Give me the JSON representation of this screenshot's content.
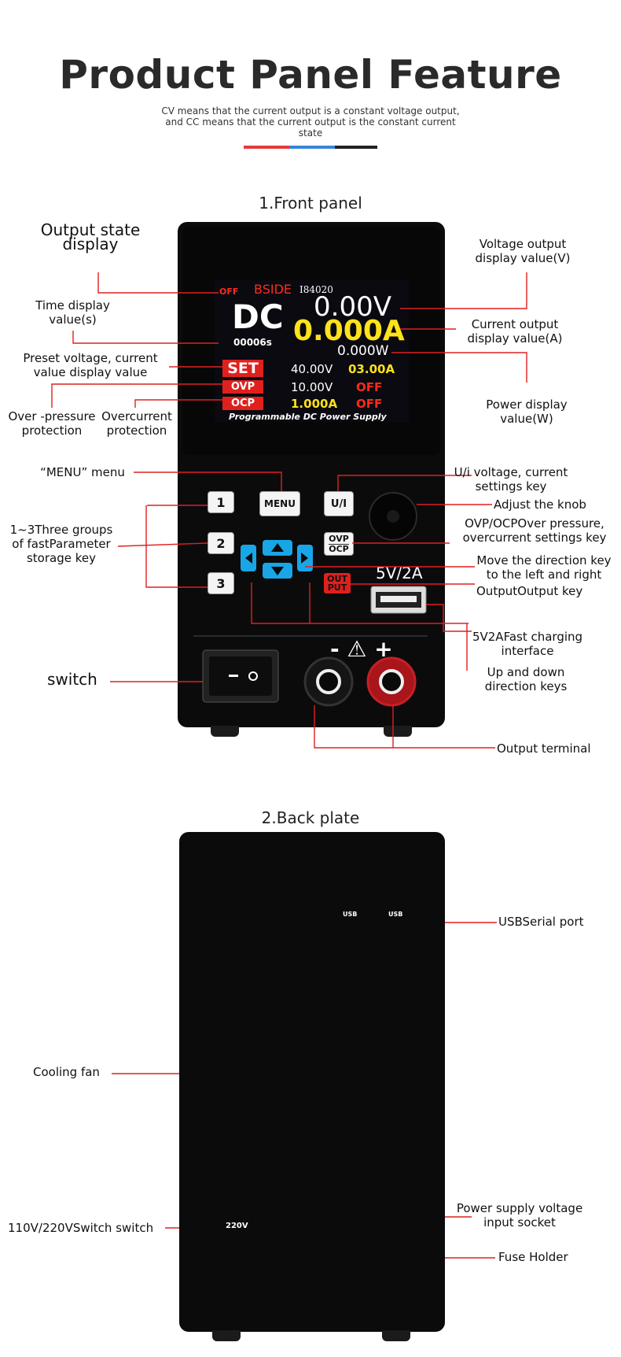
{
  "header": {
    "title": "Product Panel Feature",
    "subtitle": "CV means that the current output is a constant voltage output, and CC means that the current output is the constant current state",
    "divider_colors": [
      "#e23b3b",
      "#3a84d8",
      "#222222"
    ]
  },
  "front": {
    "section_title": "1.Front panel",
    "screen": {
      "status": "OFF",
      "brand": "BSIDE",
      "model": "I84020",
      "mode": "DC",
      "voltage": "0.00V",
      "current": "0.000A",
      "power": "0.000W",
      "time": "00006s",
      "set_label": "SET",
      "set_voltage": "40.00V",
      "set_current": "03.00A",
      "ovp_label": "OVP",
      "ovp_value": "10.00V",
      "ovp_state": "OFF",
      "ocp_label": "OCP",
      "ocp_value": "1.000A",
      "ocp_state": "OFF",
      "footer": "Programmable DC Power Supply"
    },
    "keys": {
      "k1": "1",
      "k2": "2",
      "k3": "3",
      "menu": "MENU",
      "ui": "U/I",
      "ovp": "OVP",
      "ocp": "OCP",
      "out1": "OUT",
      "out2": "PUT",
      "usb_rating": "5V/2A",
      "terminal_symbols": "- ⚠ +"
    },
    "labels": {
      "output_state": "Output state display",
      "time_display": "Time display value(s)",
      "preset": "Preset voltage, current value display value",
      "over_pressure": "Over -pressure protection",
      "overcurrent": "Overcurrent protection",
      "menu": "“MENU” menu",
      "storage_keys": "1~3Three groups of fastParameter storage key",
      "switch": "switch",
      "voltage_out": "Voltage output display value(V)",
      "current_out": "Current output display value(A)",
      "power_out": "Power display value(W)",
      "ui_key": "U/i voltage, current settings key",
      "knob": "Adjust the knob",
      "ovp_ocp": "OVP/OCPOver pressure, overcurrent settings key",
      "lr_keys": "Move the direction key to the left and right",
      "output_key": "OutputOutput key",
      "fast_charge": "5V2AFast charging interface",
      "ud_keys": "Up and down direction keys",
      "terminal": "Output terminal"
    }
  },
  "back": {
    "section_title": "2.Back plate",
    "usb_text": "USB",
    "switch_text": "220V",
    "labels": {
      "usb_port": "USBSerial port",
      "fan": "Cooling fan",
      "voltage_switch": "110V/220VSwitch switch",
      "power_socket": "Power supply voltage input socket",
      "fuse": "Fuse Holder"
    }
  },
  "colors": {
    "leader_line": "#e02020",
    "screen_yellow": "#ffe21a",
    "screen_red": "#ff2a1a",
    "key_blue": "#19a6e6"
  }
}
